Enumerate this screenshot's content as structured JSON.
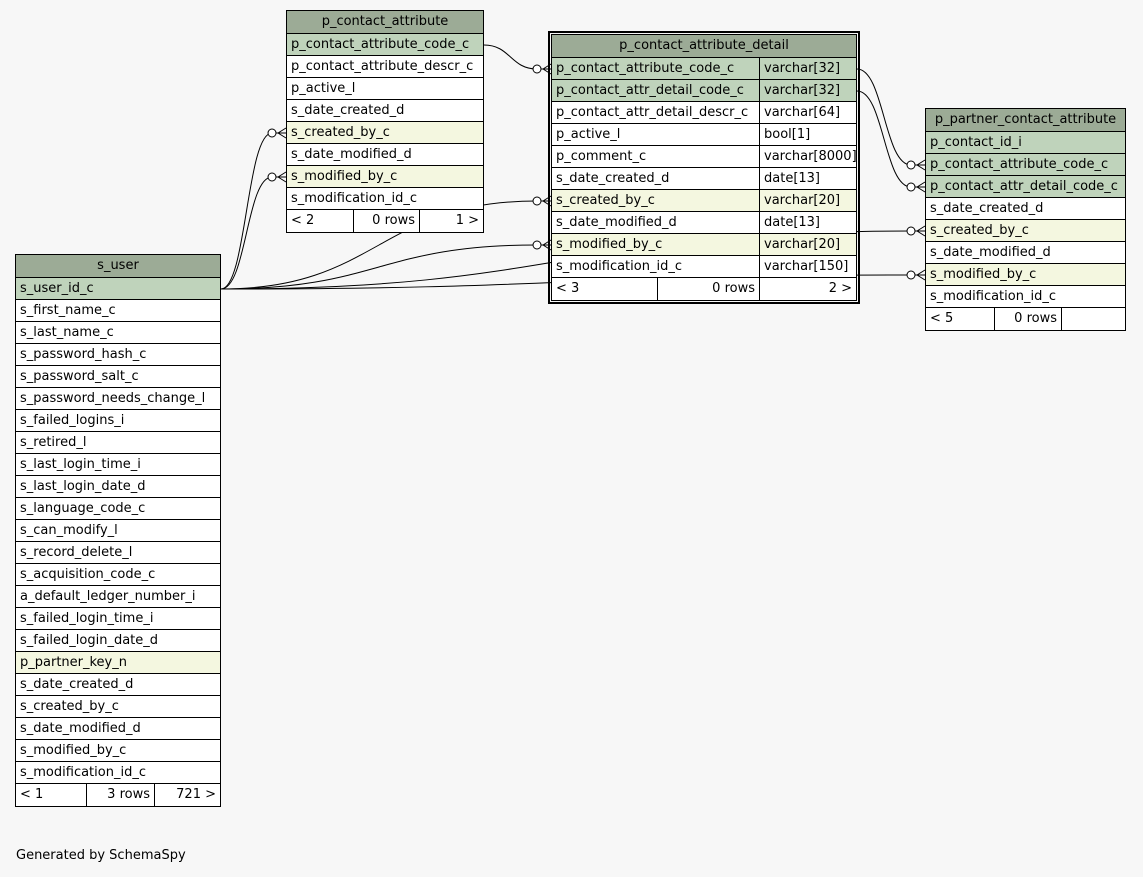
{
  "diagram_type": "schemaspy-relationships",
  "footer": {
    "generated_by": "Generated by SchemaSpy"
  },
  "tables": {
    "p_contact_attribute": {
      "name": "p_contact_attribute",
      "columns": [
        {
          "name": "p_contact_attribute_code_c",
          "kind": "pk"
        },
        {
          "name": "p_contact_attribute_descr_c",
          "kind": ""
        },
        {
          "name": "p_active_l",
          "kind": ""
        },
        {
          "name": "s_date_created_d",
          "kind": ""
        },
        {
          "name": "s_created_by_c",
          "kind": "fk"
        },
        {
          "name": "s_date_modified_d",
          "kind": ""
        },
        {
          "name": "s_modified_by_c",
          "kind": "fk"
        },
        {
          "name": "s_modification_id_c",
          "kind": ""
        }
      ],
      "footer": {
        "parents": "< 2",
        "rows": "0 rows",
        "children": "1 >"
      }
    },
    "p_contact_attribute_detail": {
      "name": "p_contact_attribute_detail",
      "columns": [
        {
          "name": "p_contact_attribute_code_c",
          "type": "varchar[32]",
          "kind": "pk"
        },
        {
          "name": "p_contact_attr_detail_code_c",
          "type": "varchar[32]",
          "kind": "pk"
        },
        {
          "name": "p_contact_attr_detail_descr_c",
          "type": "varchar[64]",
          "kind": ""
        },
        {
          "name": "p_active_l",
          "type": "bool[1]",
          "kind": ""
        },
        {
          "name": "p_comment_c",
          "type": "varchar[8000]",
          "kind": ""
        },
        {
          "name": "s_date_created_d",
          "type": "date[13]",
          "kind": ""
        },
        {
          "name": "s_created_by_c",
          "type": "varchar[20]",
          "kind": "fk"
        },
        {
          "name": "s_date_modified_d",
          "type": "date[13]",
          "kind": ""
        },
        {
          "name": "s_modified_by_c",
          "type": "varchar[20]",
          "kind": "fk"
        },
        {
          "name": "s_modification_id_c",
          "type": "varchar[150]",
          "kind": ""
        }
      ],
      "footer": {
        "parents": "< 3",
        "rows": "0 rows",
        "children": "2 >"
      }
    },
    "p_partner_contact_attribute": {
      "name": "p_partner_contact_attribute",
      "columns": [
        {
          "name": "p_contact_id_i",
          "kind": "pk"
        },
        {
          "name": "p_contact_attribute_code_c",
          "kind": "pk"
        },
        {
          "name": "p_contact_attr_detail_code_c",
          "kind": "pk"
        },
        {
          "name": "s_date_created_d",
          "kind": ""
        },
        {
          "name": "s_created_by_c",
          "kind": "fk"
        },
        {
          "name": "s_date_modified_d",
          "kind": ""
        },
        {
          "name": "s_modified_by_c",
          "kind": "fk"
        },
        {
          "name": "s_modification_id_c",
          "kind": ""
        }
      ],
      "footer": {
        "parents": "< 5",
        "rows": "0 rows",
        "children": ""
      }
    },
    "s_user": {
      "name": "s_user",
      "columns": [
        {
          "name": "s_user_id_c",
          "kind": "pk"
        },
        {
          "name": "s_first_name_c",
          "kind": ""
        },
        {
          "name": "s_last_name_c",
          "kind": ""
        },
        {
          "name": "s_password_hash_c",
          "kind": ""
        },
        {
          "name": "s_password_salt_c",
          "kind": ""
        },
        {
          "name": "s_password_needs_change_l",
          "kind": ""
        },
        {
          "name": "s_failed_logins_i",
          "kind": ""
        },
        {
          "name": "s_retired_l",
          "kind": ""
        },
        {
          "name": "s_last_login_time_i",
          "kind": ""
        },
        {
          "name": "s_last_login_date_d",
          "kind": ""
        },
        {
          "name": "s_language_code_c",
          "kind": ""
        },
        {
          "name": "s_can_modify_l",
          "kind": ""
        },
        {
          "name": "s_record_delete_l",
          "kind": ""
        },
        {
          "name": "s_acquisition_code_c",
          "kind": ""
        },
        {
          "name": "a_default_ledger_number_i",
          "kind": ""
        },
        {
          "name": "s_failed_login_time_i",
          "kind": ""
        },
        {
          "name": "s_failed_login_date_d",
          "kind": ""
        },
        {
          "name": "p_partner_key_n",
          "kind": "fk"
        },
        {
          "name": "s_date_created_d",
          "kind": ""
        },
        {
          "name": "s_created_by_c",
          "kind": ""
        },
        {
          "name": "s_date_modified_d",
          "kind": ""
        },
        {
          "name": "s_modified_by_c",
          "kind": ""
        },
        {
          "name": "s_modification_id_c",
          "kind": ""
        }
      ],
      "footer": {
        "parents": "< 1",
        "rows": "3 rows",
        "children": "721 >"
      }
    }
  },
  "relationships": [
    {
      "from": "s_user.s_user_id_c",
      "to": "p_contact_attribute.s_created_by_c"
    },
    {
      "from": "s_user.s_user_id_c",
      "to": "p_contact_attribute.s_modified_by_c"
    },
    {
      "from": "s_user.s_user_id_c",
      "to": "p_contact_attribute_detail.s_created_by_c"
    },
    {
      "from": "s_user.s_user_id_c",
      "to": "p_contact_attribute_detail.s_modified_by_c"
    },
    {
      "from": "s_user.s_user_id_c",
      "to": "p_partner_contact_attribute.s_created_by_c"
    },
    {
      "from": "s_user.s_user_id_c",
      "to": "p_partner_contact_attribute.s_modified_by_c"
    },
    {
      "from": "p_contact_attribute.p_contact_attribute_code_c",
      "to": "p_contact_attribute_detail.p_contact_attribute_code_c"
    },
    {
      "from": "p_contact_attribute_detail.p_contact_attribute_code_c",
      "to": "p_partner_contact_attribute.p_contact_attribute_code_c"
    },
    {
      "from": "p_contact_attribute_detail.p_contact_attr_detail_code_c",
      "to": "p_partner_contact_attribute.p_contact_attr_detail_code_c"
    }
  ],
  "colors": {
    "background": "#f7f7f7",
    "title_bg": "#9cab96",
    "pk_bg": "#bfd3bb",
    "fk_bg": "#f4f7e0",
    "line": "#000000"
  }
}
